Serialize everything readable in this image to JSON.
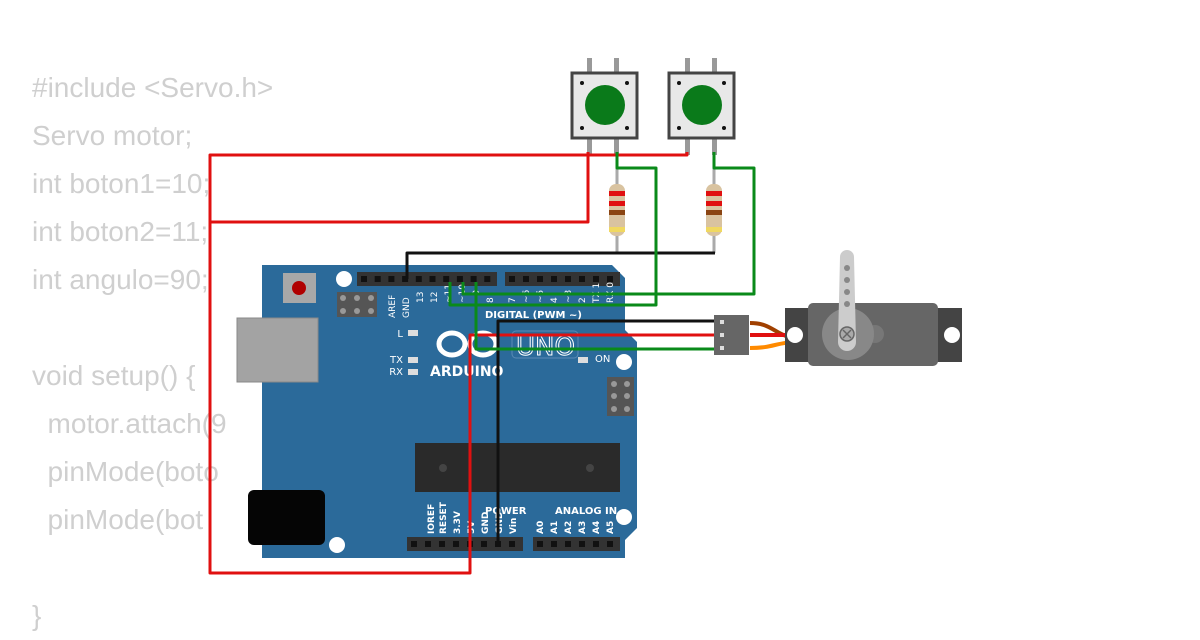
{
  "code": {
    "lines": [
      "#include <Servo.h>",
      "Servo motor;",
      "int boton1=10;",
      "int boton2=11;",
      "int angulo=90;",
      "",
      "void setup() {",
      "  motor.attach(9",
      "  pinMode(boto",
      "  pinMode(bot",
      "",
      "}"
    ]
  },
  "board": {
    "brand": "ARDUINO",
    "model": "UNO",
    "digital_label": "DIGITAL (PWM ~)",
    "power_label": "POWER",
    "analog_label": "ANALOG IN",
    "led_l": "L",
    "led_tx": "TX",
    "led_rx": "RX",
    "led_on": "ON",
    "top_pins": [
      "AREF",
      "GND",
      "13",
      "12",
      "~11",
      "~10",
      "~9",
      "8",
      "7",
      "~6",
      "~5",
      "4",
      "~3",
      "2",
      "TX 1",
      "RX 0"
    ],
    "bottom_pins": [
      "IOREF",
      "RESET",
      "3.3V",
      "5V",
      "GND",
      "GND",
      "Vin",
      "A0",
      "A1",
      "A2",
      "A3",
      "A4",
      "A5"
    ]
  },
  "colors": {
    "board": "#2b6a9a",
    "wire_red": "#e01010",
    "wire_green": "#0a8a1a",
    "wire_black": "#111111",
    "button_cap": "#0a7a1a",
    "code_text": "#cfcfcf"
  }
}
